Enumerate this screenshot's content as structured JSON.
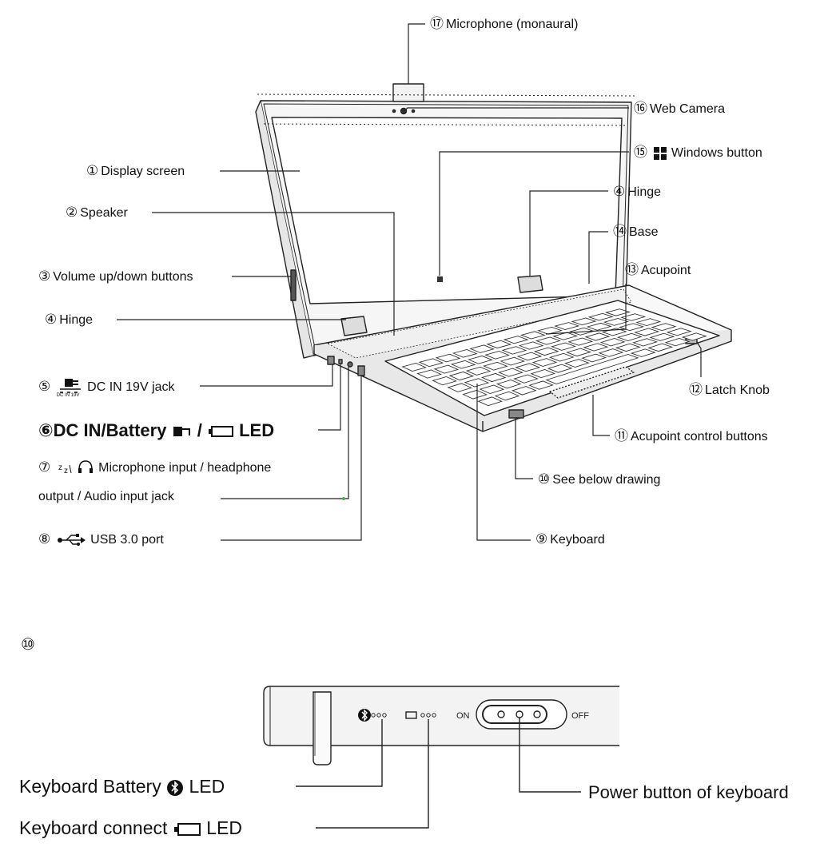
{
  "labels": {
    "l17": {
      "num": "⑰",
      "text": "Microphone (monaural)"
    },
    "l16": {
      "num": "⑯",
      "text": "Web Camera"
    },
    "l15": {
      "num": "⑮",
      "text": "Windows button"
    },
    "l1": {
      "num": "①",
      "text": "Display screen"
    },
    "l4a": {
      "num": "④",
      "text": "Hinge"
    },
    "l2": {
      "num": "②",
      "text": "Speaker"
    },
    "l14": {
      "num": "⑭",
      "text": "Base"
    },
    "l13": {
      "num": "⑬",
      "text": "Acupoint"
    },
    "l3": {
      "num": "③",
      "text": "Volume up/down buttons"
    },
    "l4b": {
      "num": "④",
      "text": "Hinge"
    },
    "l12": {
      "num": "⑫",
      "text": "Latch Knob"
    },
    "l5": {
      "num": "⑤",
      "text": "DC IN 19V jack",
      "icon_caption": "DC IN 19V"
    },
    "l6": {
      "num": "⑥",
      "text_a": "DC IN/Battery",
      "text_b": "/",
      "text_c": "LED"
    },
    "l11": {
      "num": "⑪",
      "text": "Acupoint control buttons"
    },
    "l7": {
      "num": "⑦",
      "text_line1": "Microphone input / headphone",
      "text_line2": "output / Audio input jack"
    },
    "l10": {
      "num": "⑩",
      "text": "See below drawing"
    },
    "l8": {
      "num": "⑧",
      "text": "USB 3.0 port"
    },
    "l9": {
      "num": "⑨",
      "text": "Keyboard"
    }
  },
  "detail": {
    "section_num": "⑩",
    "switch_on": "ON",
    "switch_off": "OFF",
    "kb_battery": {
      "text_a": "Keyboard Battery",
      "text_b": "LED"
    },
    "kb_connect": {
      "text_a": "Keyboard connect",
      "text_b": "LED"
    },
    "power_button": "Power button of keyboard"
  },
  "icons": [
    "windows-icon",
    "dc-plug-icon",
    "battery-icon",
    "headphone-mic-icon",
    "usb-icon",
    "bluetooth-icon"
  ],
  "colors": {
    "line": "#222222",
    "fill_light": "#f4f4f4",
    "accent_dot": "#4caf50"
  }
}
